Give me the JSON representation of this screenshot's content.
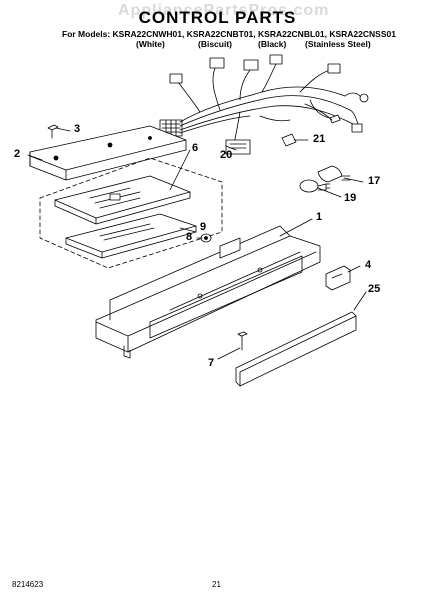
{
  "watermark": "AppliancePartsPros.com",
  "header": {
    "title": "CONTROL PARTS",
    "models_line": "For Models: KSRA22CNWH01, KSRA22CNBT01, KSRA22CNBL01, KSRA22CNSS01",
    "colors": [
      "(White)",
      "(Biscuit)",
      "(Black)",
      "(Stainless Steel)"
    ]
  },
  "callouts": {
    "c1": "1",
    "c2": "2",
    "c3": "3",
    "c4": "4",
    "c6": "6",
    "c7": "7",
    "c8": "8",
    "c9": "9",
    "c17": "17",
    "c19": "19",
    "c20": "20",
    "c21": "21",
    "c25": "25"
  },
  "footer": {
    "doc_number": "8214623",
    "page_number": "21"
  }
}
